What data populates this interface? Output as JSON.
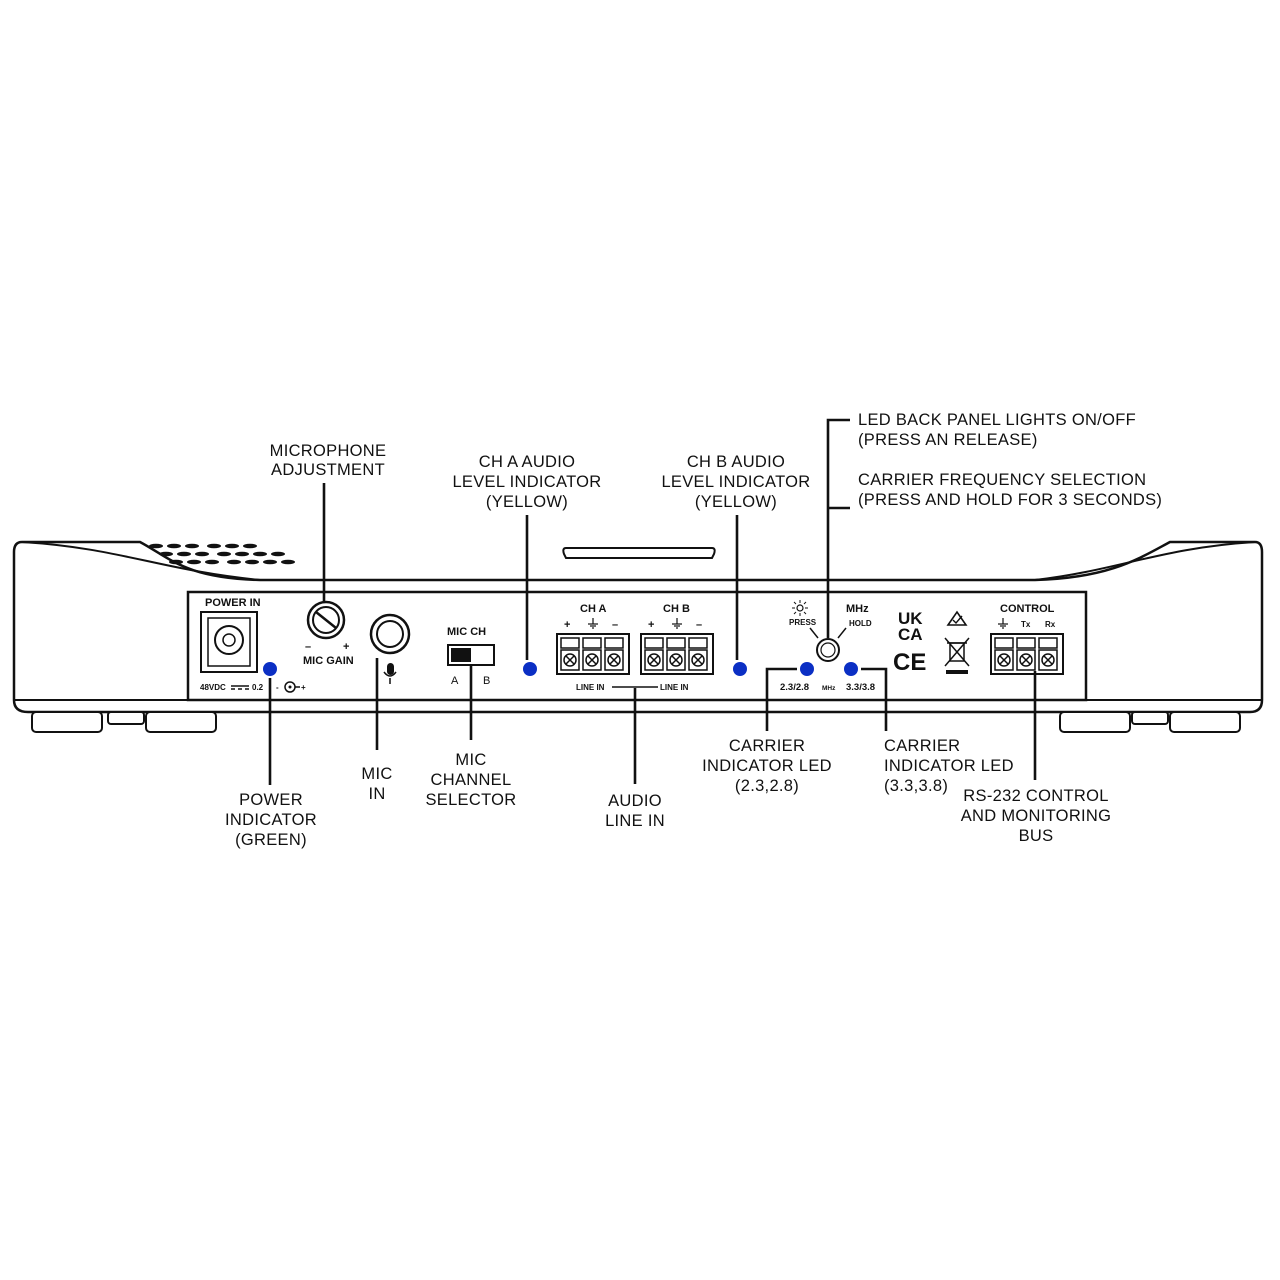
{
  "callouts": {
    "microphone_adjustment": [
      "MICROPHONE",
      "ADJUSTMENT"
    ],
    "ch_a_level": [
      "CH A AUDIO",
      "LEVEL INDICATOR",
      "(YELLOW)"
    ],
    "ch_b_level": [
      "CH B AUDIO",
      "LEVEL INDICATOR",
      "(YELLOW)"
    ],
    "led_back_panel": [
      "LED BACK PANEL LIGHTS ON/OFF",
      "(PRESS AN RELEASE)"
    ],
    "carrier_freq_select": [
      "CARRIER FREQUENCY SELECTION",
      "(PRESS AND HOLD FOR 3 SECONDS)"
    ],
    "power_indicator": [
      "POWER",
      "INDICATOR",
      "(GREEN)"
    ],
    "mic_in": [
      "MIC",
      "IN"
    ],
    "mic_channel_selector": [
      "MIC",
      "CHANNEL",
      "SELECTOR"
    ],
    "audio_line_in": [
      "AUDIO",
      "LINE IN"
    ],
    "carrier_led_low": [
      "CARRIER",
      "INDICATOR LED",
      "(2.3,2.8)"
    ],
    "carrier_led_high": [
      "CARRIER",
      "INDICATOR LED",
      "(3.3,3.8)"
    ],
    "rs232": [
      "RS-232 CONTROL",
      "AND MONITORING",
      "BUS"
    ]
  },
  "panel": {
    "power_in": "POWER IN",
    "power_rating": "48VDC",
    "power_current": "0.2",
    "mic_gain": "MIC GAIN",
    "gain_minus": "–",
    "gain_plus": "+",
    "mic_ch": "MIC CH",
    "mic_ch_a": "A",
    "mic_ch_b": "B",
    "ch_a": "CH A",
    "ch_b": "CH B",
    "line_in_a": "LINE IN",
    "line_in_b": "LINE IN",
    "press": "PRESS",
    "hold": "HOLD",
    "mhz": "MHz",
    "mhz_small": "MHz",
    "freq_low": "2.3/2.8",
    "freq_high": "3.3/3.8",
    "ukca_top": "UK",
    "ukca_bottom": "CA",
    "ce": "CE",
    "control": "CONTROL",
    "tx": "Tx",
    "rx": "Rx",
    "plus": "+",
    "minus": "–"
  },
  "colors": {
    "indicator_led": "#0b2fc4",
    "outline": "#111111"
  }
}
